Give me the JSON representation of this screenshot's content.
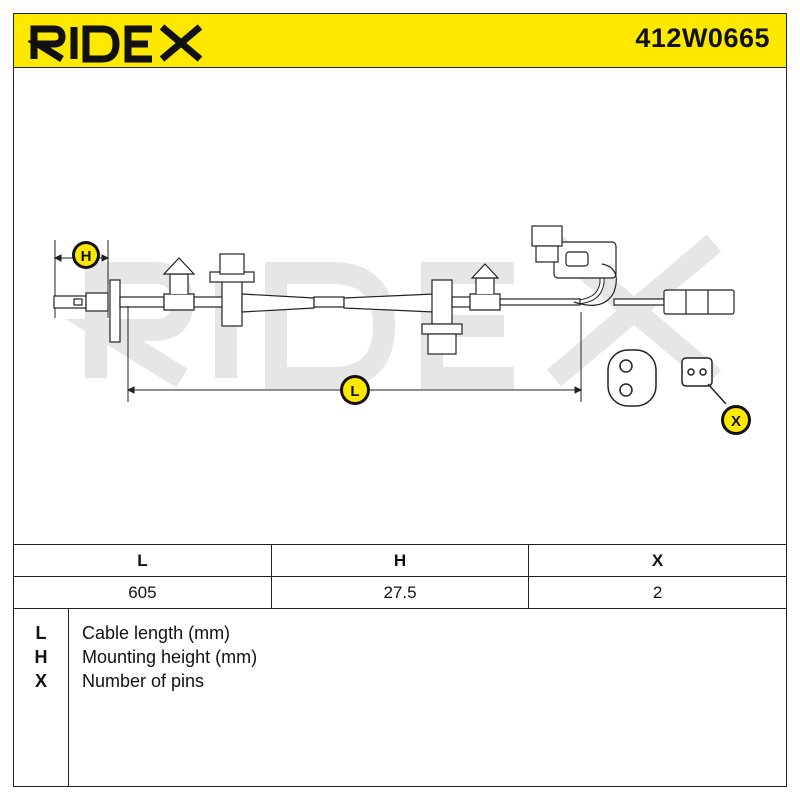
{
  "brand": {
    "name": "RIDEX",
    "accent": "#fde800"
  },
  "part_number": "412W0665",
  "drawing": {
    "callouts": {
      "h": "H",
      "l": "L",
      "x": "X"
    }
  },
  "spec_table": {
    "headers": [
      "L",
      "H",
      "X"
    ],
    "values": [
      "605",
      "27.5",
      "2"
    ]
  },
  "legend": [
    {
      "key": "L",
      "description": "Cable length (mm)"
    },
    {
      "key": "H",
      "description": "Mounting height (mm)"
    },
    {
      "key": "X",
      "description": "Number of pins"
    }
  ]
}
